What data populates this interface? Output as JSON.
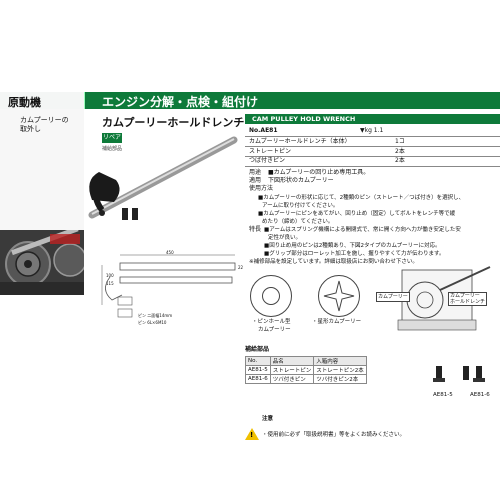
{
  "header": {
    "category": "原動機",
    "title": "エンジン分解・点検・組付け"
  },
  "left": {
    "title_line1": "カムプーリーの",
    "title_line2": "取外し"
  },
  "product": {
    "title": "カムプーリーホールドレンチ",
    "badge": "リペア",
    "badge_sub": "補給部品"
  },
  "spec": {
    "en_title": "CAM PULLEY HOLD WRENCH",
    "model": "No.AE81",
    "weight": "▼kg 1.1",
    "items": [
      {
        "name": "カムプーリーホールドレンチ（本体）",
        "qty": "1コ"
      },
      {
        "name": "ストレートピン",
        "qty": "2本"
      },
      {
        "name": "つば付きピン",
        "qty": "2本"
      }
    ],
    "usage_label": "用途",
    "usage_text": "■カムプーリーの回り止め専用工具。",
    "apply_label": "適用",
    "apply_text": "下図形状のカムプーリー",
    "method_label": "使用方法",
    "method_lines": [
      "■カムプーリーの形状に応じて、2種類のピン（ストレート／つば付き）を選択し、",
      "アームに取り付けてください。",
      "■カムプーリーにピンをあてがい、回り止め（固定）してボルトをレンチ等で緩",
      "めたり（締め）てください。"
    ],
    "feature_label": "特長",
    "feature_lines": [
      "■アームはスプリング機構による開閉式で、常に開く方向へ力が働き安定した安",
      "定性が良い。",
      "■回り止め用のピンは2種類あり、下図2タイプのカムプーリーに対応。",
      "■グリップ部分はローレット加工を施し、握りやすくて力が伝わります。"
    ],
    "note": "※補修部品を設定しています。詳細は取扱店にお問い合わせ下さい。"
  },
  "diagrams": {
    "type1_line1": "・ピンホール型",
    "type1_line2": "カムプーリー",
    "type2": "・星形カムプーリー",
    "label_pulley": "カムプーリー",
    "label_wrench_line1": "カムプーリー",
    "label_wrench_line2": "ホールドレンチ"
  },
  "dims": {
    "length": "450",
    "d1": "22",
    "d2": "100",
    "d3": "115",
    "pin_note1": "ピン 二面幅14mm",
    "pin_note2": "ピン 6L×6M10"
  },
  "parts": {
    "title": "補給部品",
    "headers": [
      "No.",
      "品名",
      "入箱内容"
    ],
    "rows": [
      [
        "AE81-5",
        "ストレートピン",
        "ストレートピン2本"
      ],
      [
        "AE81-6",
        "ツバ付きピン",
        "ツバ付きピン2本"
      ]
    ],
    "label_a": "AE81-5",
    "label_b": "AE81-6"
  },
  "caution": {
    "title": "注意",
    "text": "・使用前に必ず「取扱説明書」等をよくお読みください。"
  }
}
